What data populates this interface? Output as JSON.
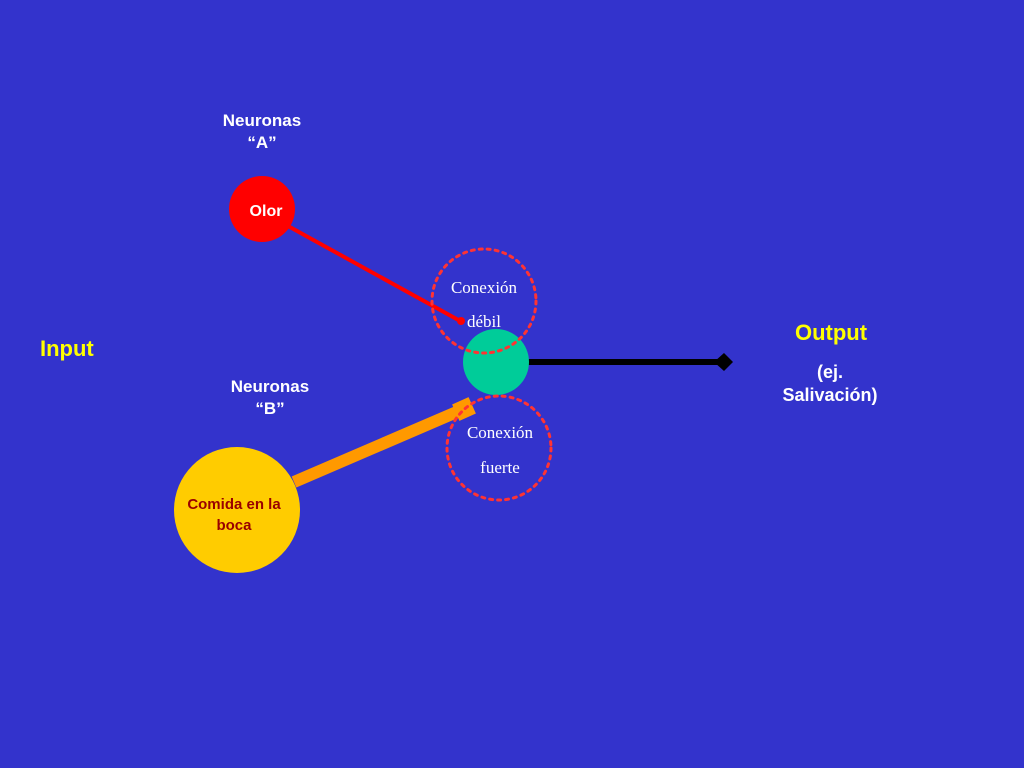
{
  "colors": {
    "background": "#3333cc",
    "neuron_a": "#ff0000",
    "neuron_b": "#ffcc00",
    "output_neuron": "#00cc99",
    "weak_connection": "#ff0000",
    "strong_connection": "#ff9900",
    "output_axon": "#000000",
    "dotted_circle": "#ff3333",
    "io_label": "#ffff00",
    "label_text": "#ffffff",
    "food_text": "#990000"
  },
  "labels": {
    "input": "Input",
    "output": "Output",
    "output_example_line1": "(ej.",
    "output_example_line2": "Salivación)",
    "neurons_a_line1": "Neuronas",
    "neurons_a_line2": "“A”",
    "neurons_b_line1": "Neuronas",
    "neurons_b_line2": "“B”",
    "smell": "Olor",
    "food_line1": "Comida en la",
    "food_line2": "boca",
    "weak_line1": "Conexión",
    "weak_line2": "débil",
    "strong_line1": "Conexión",
    "strong_line2": "fuerte"
  }
}
